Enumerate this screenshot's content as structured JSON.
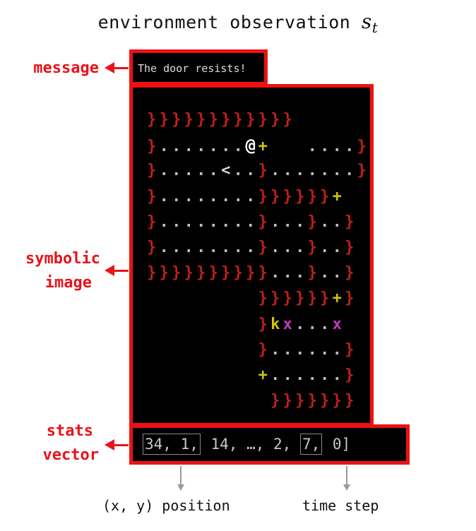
{
  "title": {
    "text": "environment observation",
    "symbol": "s",
    "subscript": "t"
  },
  "labels": {
    "message": "message",
    "symbolic_image_line1": "symbolic",
    "symbolic_image_line2": "image",
    "stats_line1": "stats",
    "stats_line2": "vector"
  },
  "message_text": "The door resists!",
  "map_rows": [
    "}}}}}}}}}}}}",
    "}.......@+   ....}",
    "}.....<..}.......}",
    "}........}}}}}}+",
    "}........}...}..}",
    "}........}...}..}",
    "}}}}}}}}}}...}..}",
    "         }}}}}}+}",
    "         }kx...x",
    "         }......}",
    "         +......}",
    "          }}}}}}}"
  ],
  "stats": {
    "boxed_position": "34, 1,",
    "middle": " 14, …, 2, ",
    "boxed_time": "7,",
    "tail": " 0]"
  },
  "annotations": {
    "position": "(x, y) position",
    "time": "time step"
  },
  "colors": {
    "accent_red": "#e8141b",
    "wall": "#c0201b",
    "door": "#d2c40e",
    "monster_magenta": "#c338c4"
  }
}
